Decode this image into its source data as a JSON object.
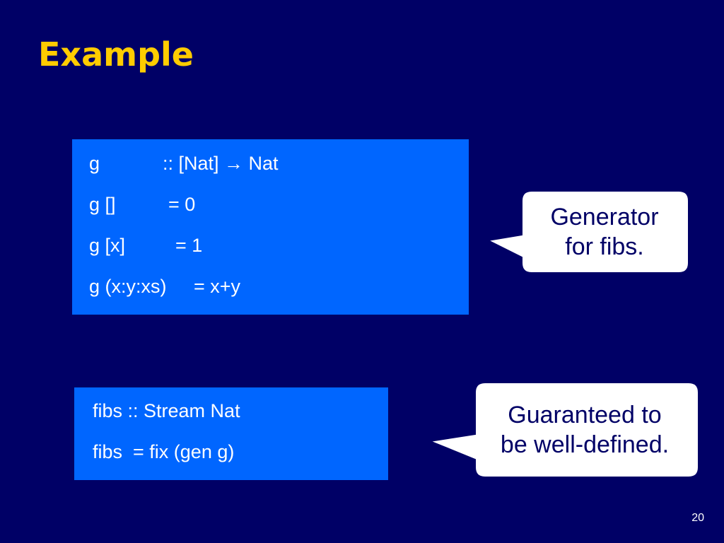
{
  "title": "Example",
  "box1": {
    "lines": [
      {
        "lhs": "g",
        "rhs": ":: [Nat] → Nat"
      },
      {
        "lhs": "g []",
        "rhs": "= 0"
      },
      {
        "lhs": "g [x]",
        "rhs": "= 1"
      },
      {
        "lhs": "g (x:y:xs)",
        "rhs": "= x+y"
      }
    ]
  },
  "box2": {
    "lines": [
      "fibs :: Stream Nat",
      "fibs  = fix (gen g)"
    ]
  },
  "callout1": {
    "line1": "Generator",
    "line2": "for fibs."
  },
  "callout2": {
    "line1": "Guaranteed to",
    "line2": "be well-defined."
  },
  "slide_number": "20",
  "colors": {
    "background": "#000066",
    "title": "#ffcc00",
    "code_box": "#0066ff",
    "callout_fill": "#ffffff",
    "callout_text": "#000066"
  }
}
